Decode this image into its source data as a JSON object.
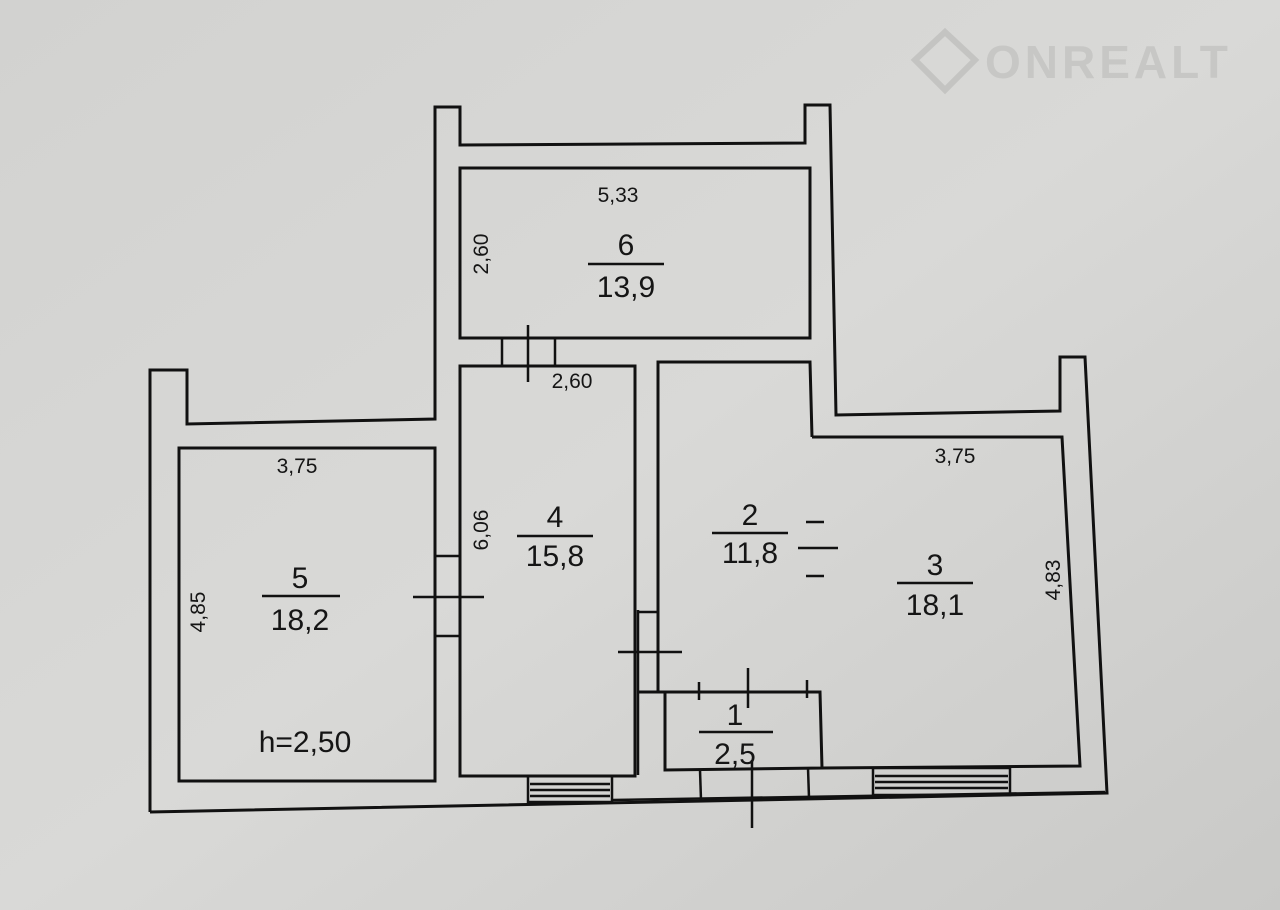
{
  "watermark": {
    "text": "ONREALT"
  },
  "ceiling_height": "h=2,50",
  "rooms": [
    {
      "number": "1",
      "area": "2,5"
    },
    {
      "number": "2",
      "area": "11,8"
    },
    {
      "number": "3",
      "area": "18,1",
      "width": "3,75",
      "length": "4,83"
    },
    {
      "number": "4",
      "area": "15,8",
      "width": "2,60",
      "length": "6,06"
    },
    {
      "number": "5",
      "area": "18,2",
      "width": "3,75",
      "length": "4,85"
    },
    {
      "number": "6",
      "area": "13,9",
      "width": "5,33",
      "length": "2,60"
    }
  ]
}
